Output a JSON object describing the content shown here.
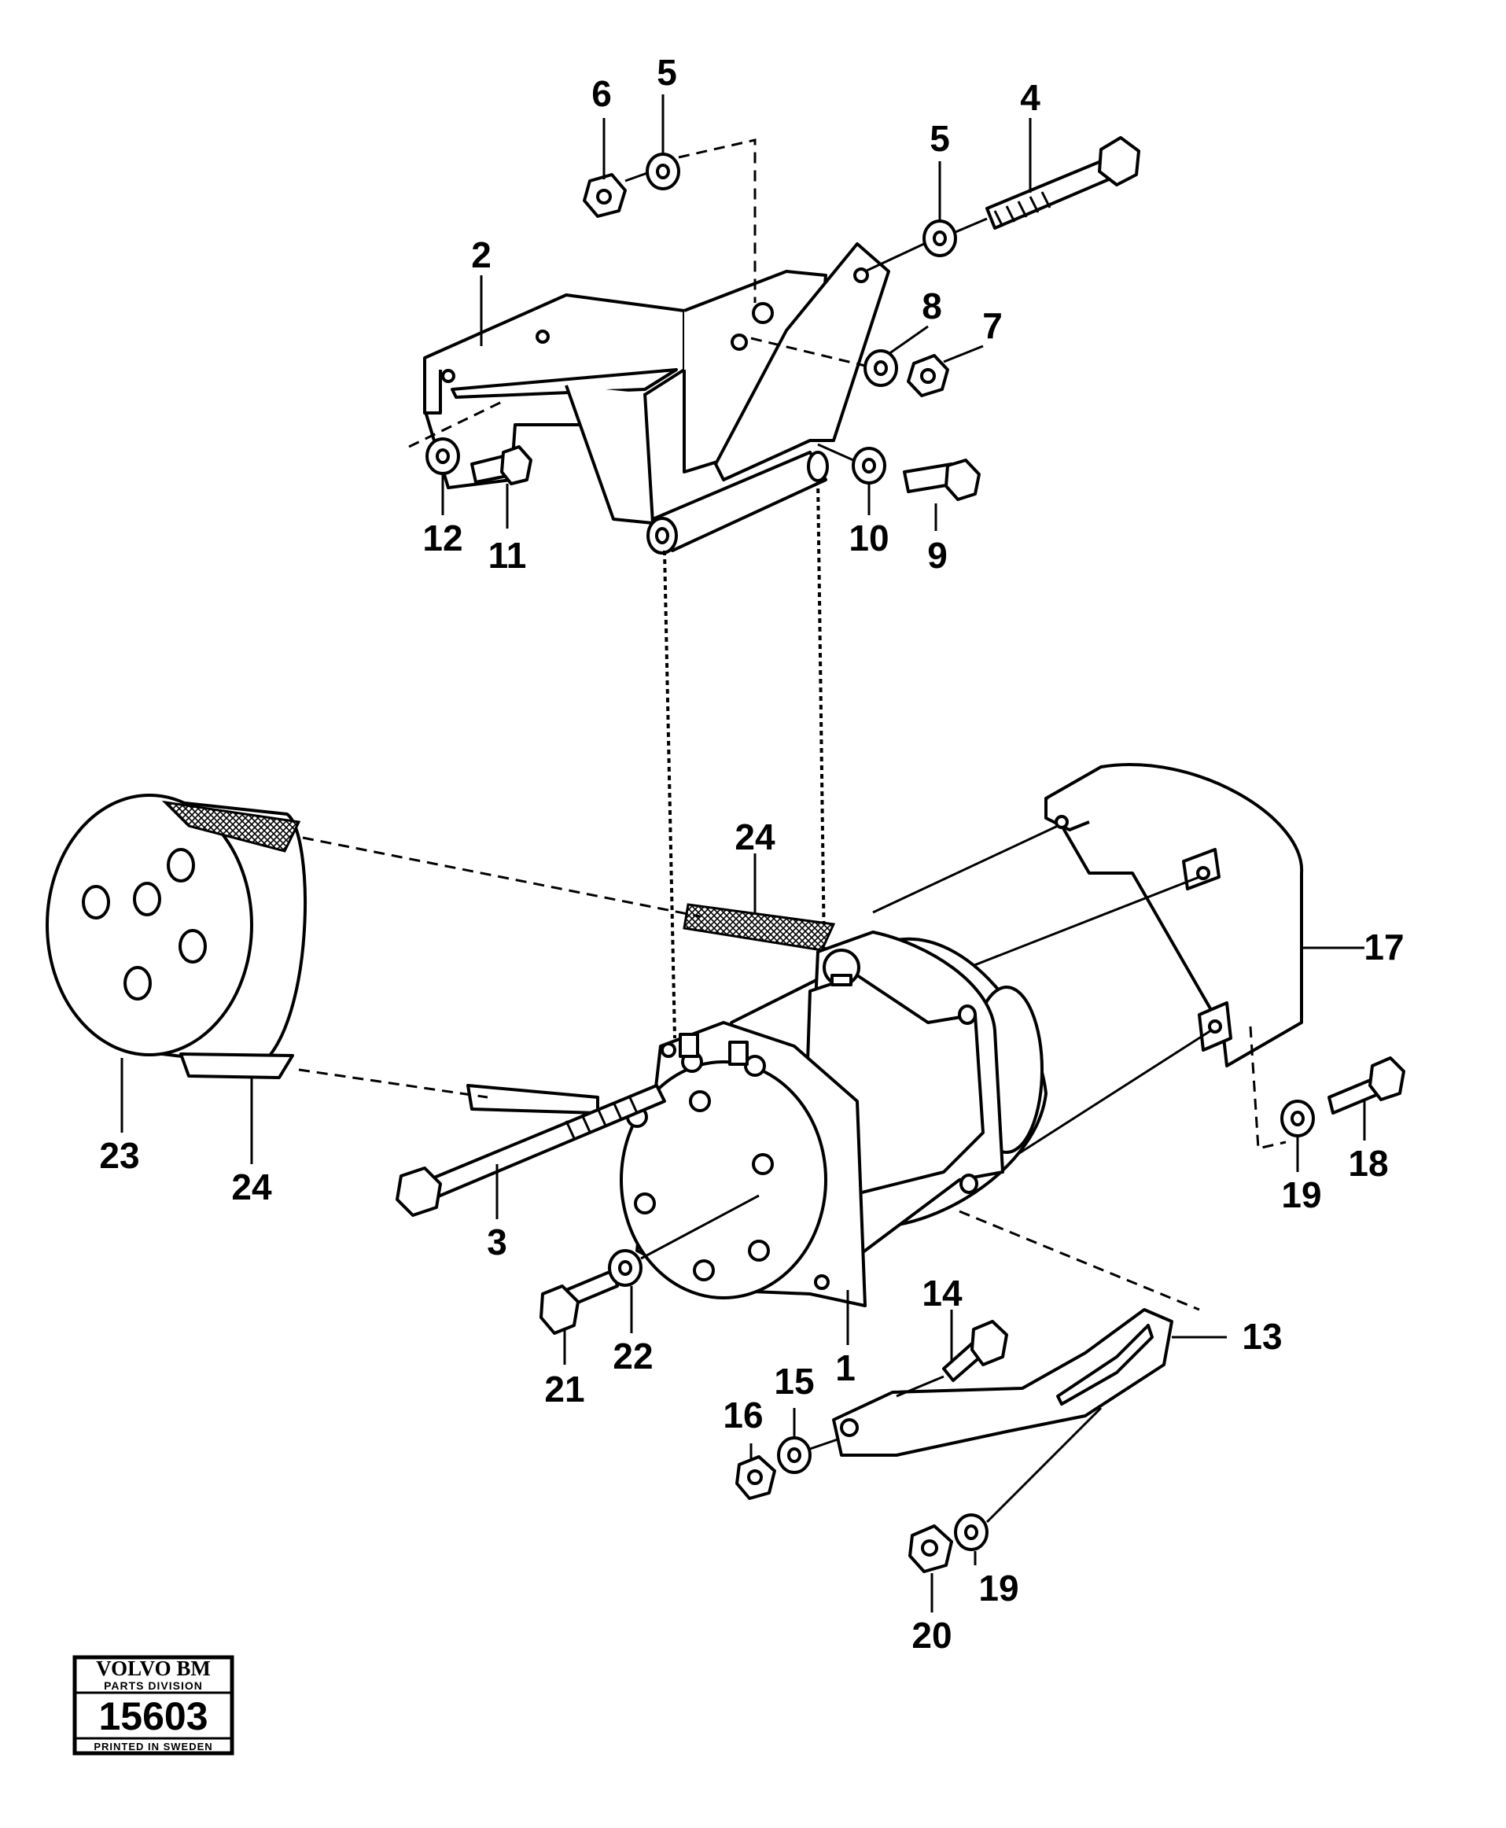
{
  "diagram": {
    "part_numbers": {
      "p1": "1",
      "p2": "2",
      "p3": "3",
      "p4": "4",
      "p5a": "5",
      "p5b": "5",
      "p6": "6",
      "p7": "7",
      "p8": "8",
      "p9": "9",
      "p10": "10",
      "p11": "11",
      "p12": "12",
      "p13": "13",
      "p14": "14",
      "p15": "15",
      "p16": "16",
      "p17": "17",
      "p18": "18",
      "p19a": "19",
      "p19b": "19",
      "p20": "20",
      "p21": "21",
      "p22": "22",
      "p23": "23",
      "p24a": "24",
      "p24b": "24"
    }
  },
  "stamp": {
    "brand": "VOLVO BM",
    "division": "PARTS DIVISION",
    "number": "15603",
    "printed": "PRINTED IN SWEDEN"
  }
}
